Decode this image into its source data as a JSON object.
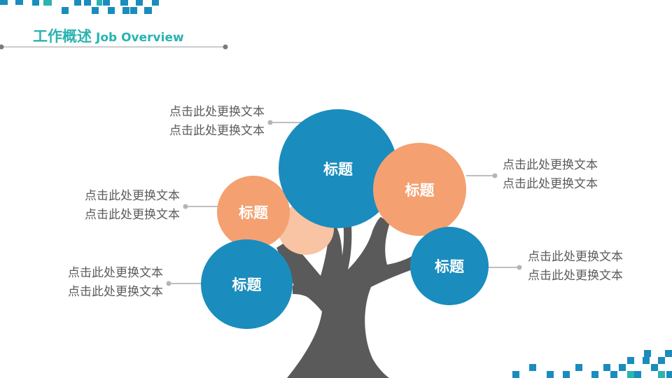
{
  "header": {
    "title_zh": "工作概述",
    "title_en": "Job Overview"
  },
  "nodes": [
    {
      "title": "标题",
      "lines": [
        "点击此处更换文本",
        "点击此处更换文本"
      ]
    },
    {
      "title": "标题",
      "lines": [
        "点击此处更换文本",
        "点击此处更换文本"
      ]
    },
    {
      "title": "标题",
      "lines": [
        "点击此处更换文本",
        "点击此处更换文本"
      ]
    },
    {
      "title": "标题",
      "lines": [
        "点击此处更换文本",
        "点击此处更换文本"
      ]
    },
    {
      "title": "标题",
      "lines": [
        "点击此处更换文本",
        "点击此处更换文本"
      ]
    }
  ],
  "colors": {
    "accent": "#2ab3b1",
    "blue": "#1a8cbd",
    "orange": "#f4a071",
    "peach": "#f8c4a3",
    "trunk": "#5a5a5a",
    "text": "#5b5b5b",
    "connector": "#aaaaaa"
  }
}
